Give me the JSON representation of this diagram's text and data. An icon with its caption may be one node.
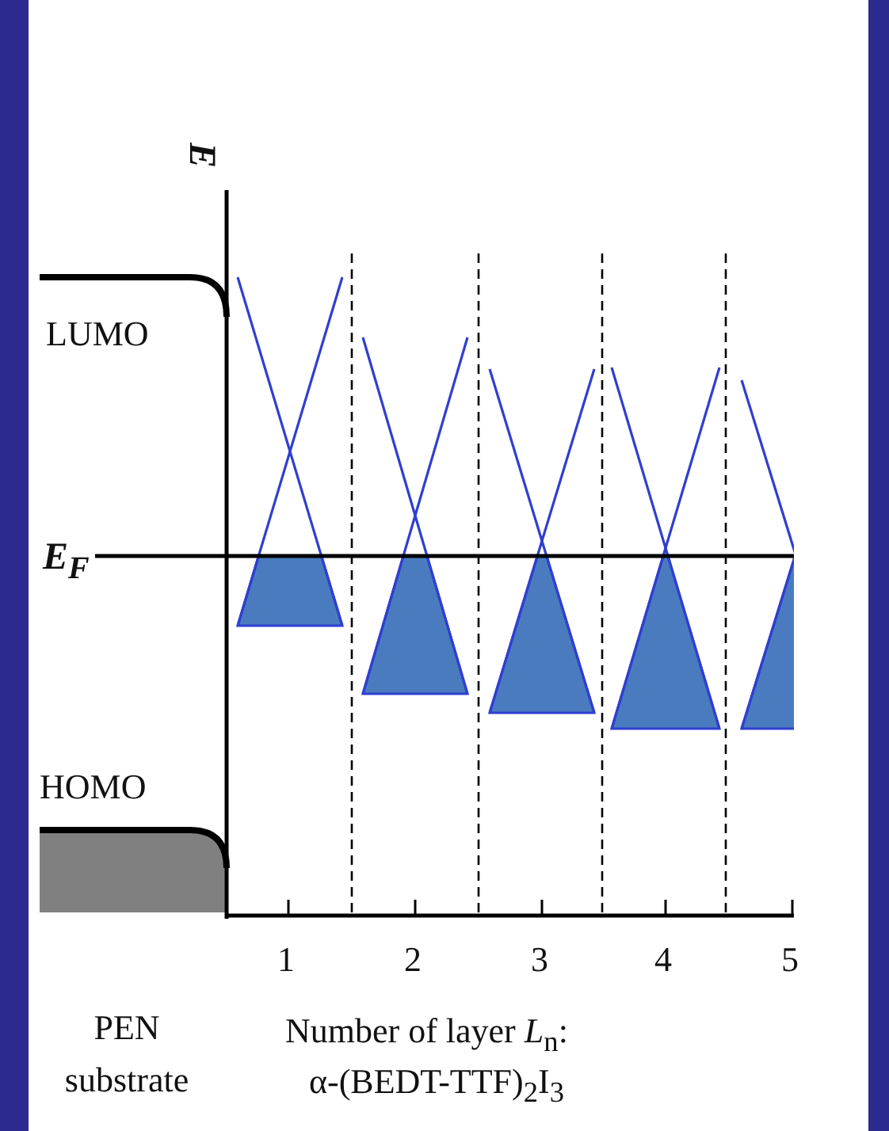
{
  "diagram": {
    "labels": [
      "E",
      "LUMO",
      "E$_{F}$",
      "HOMO",
      "1",
      "2",
      "3",
      "4",
      "5",
      "PEN substrate",
      "Number of layer *L*$_{n}$:",
      "α-(BEDT-TTF)$_{2}$I$_{3}$"
    ]
  }
}
